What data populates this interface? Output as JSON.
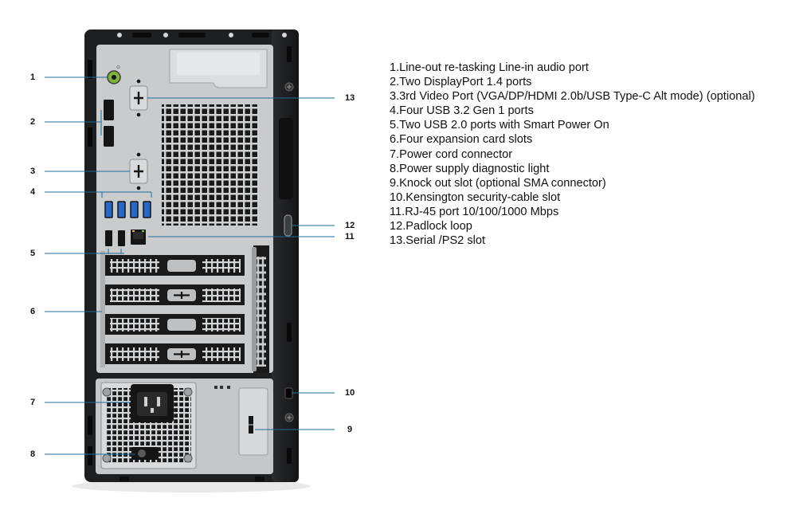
{
  "callouts": [
    {
      "number": "1",
      "text": "Line-out re-tasking Line-in audio port"
    },
    {
      "number": "2",
      "text": "Two DisplayPort 1.4 ports"
    },
    {
      "number": "3",
      "text": "3rd Video Port (VGA/DP/HDMI 2.0b/USB Type-C Alt mode) (optional)"
    },
    {
      "number": "4",
      "text": "Four USB 3.2 Gen 1 ports"
    },
    {
      "number": "5",
      "text": "Two USB 2.0 ports with Smart Power On"
    },
    {
      "number": "6",
      "text": "Four expansion card slots"
    },
    {
      "number": "7",
      "text": "Power cord connector"
    },
    {
      "number": "8",
      "text": "Power supply diagnostic light"
    },
    {
      "number": "9",
      "text": "Knock out slot (optional SMA connector)"
    },
    {
      "number": "10",
      "text": "Kensington security-cable slot"
    },
    {
      "number": "11",
      "text": "RJ-45 port 10/100/1000 Mbps"
    },
    {
      "number": "12",
      "text": "Padlock loop"
    },
    {
      "number": "13",
      "text": "Serial /PS2 slot"
    }
  ],
  "legend": [
    "1.Line-out re-tasking Line-in audio port",
    "2.Two DisplayPort 1.4 ports",
    "3.3rd Video Port (VGA/DP/HDMI 2.0b/USB Type-C Alt mode) (optional)",
    "4.Four USB 3.2 Gen 1 ports",
    "5.Two USB 2.0 ports with Smart Power On",
    "6.Four expansion card slots",
    "7.Power cord connector",
    "8.Power supply diagnostic light",
    "9.Knock out slot (optional SMA connector)",
    "10.Kensington security-cable slot",
    "11.RJ-45 port 10/100/1000 Mbps",
    "12.Padlock loop",
    "13.Serial /PS2 slot"
  ],
  "colors": {
    "chassis": "#1e1f21",
    "panel": "#c9cbcd",
    "leader_line": "#1a6d99",
    "usb3_port": "#2a68c8",
    "port": "#151515"
  }
}
